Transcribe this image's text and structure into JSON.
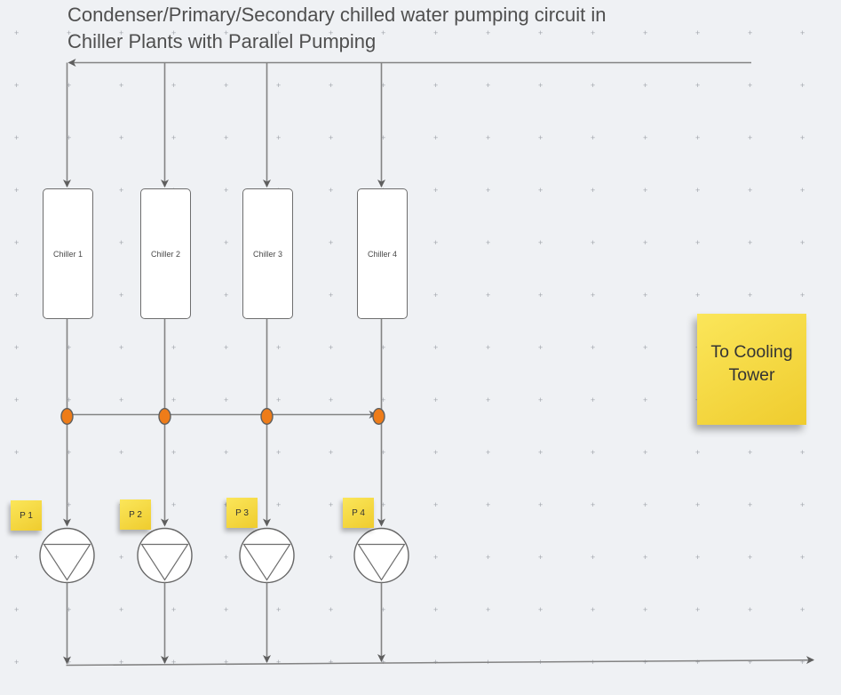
{
  "title": {
    "lines": [
      "Condenser/Primary/Secondary chilled water pumping circuit in",
      "Chiller Plants with Parallel Pumping"
    ]
  },
  "chillers": [
    {
      "label": "Chiller 1"
    },
    {
      "label": "Chiller 2"
    },
    {
      "label": "Chiller 3"
    },
    {
      "label": "Chiller 4"
    }
  ],
  "pump_tags": [
    {
      "label": "P 1"
    },
    {
      "label": "P 2"
    },
    {
      "label": "P 3"
    },
    {
      "label": "P 4"
    }
  ],
  "note": {
    "text": "To Cooling Tower"
  },
  "grid_mark": "+",
  "colors": {
    "pipe": "#838383",
    "arrow": "#5e5e5e",
    "dot_fill": "#EE7C19",
    "sticky_light": "#FBE65A",
    "sticky_dark": "#EFCC2E",
    "title_color": "#4f4f4f",
    "canvas_bg": "#eff1f4"
  }
}
